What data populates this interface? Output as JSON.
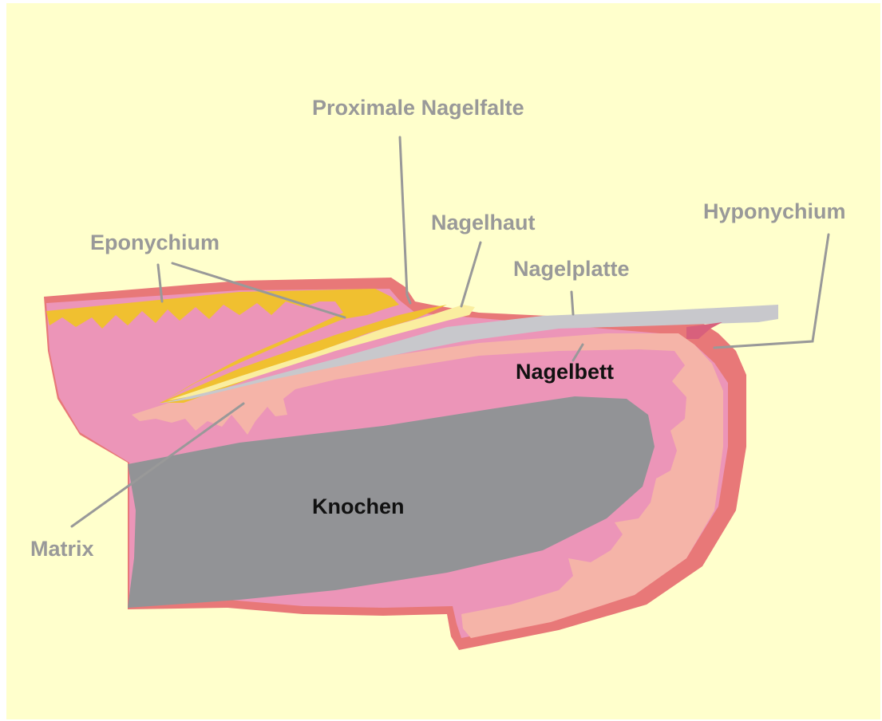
{
  "labels": {
    "proximale_nagelfalte": "Proximale Nagelfalte",
    "eponychium": "Eponychium",
    "nagelhaut": "Nagelhaut",
    "hyponychium": "Hyponychium",
    "nagelplatte": "Nagelplatte",
    "nagelbett": "Nagelbett",
    "knochen": "Knochen",
    "matrix": "Matrix"
  },
  "colors": {
    "background": "#ffffcc",
    "skin_outer": "#e87878",
    "tissue": "#ec95b8",
    "nail_bed": "#f5b4a8",
    "nail_plate": "#c8c8cc",
    "eponychium": "#f0c030",
    "cuticle": "#faeea0",
    "bone": "#929396",
    "leader_line": "#999999",
    "label_grey": "#999999",
    "label_black": "#111111"
  }
}
